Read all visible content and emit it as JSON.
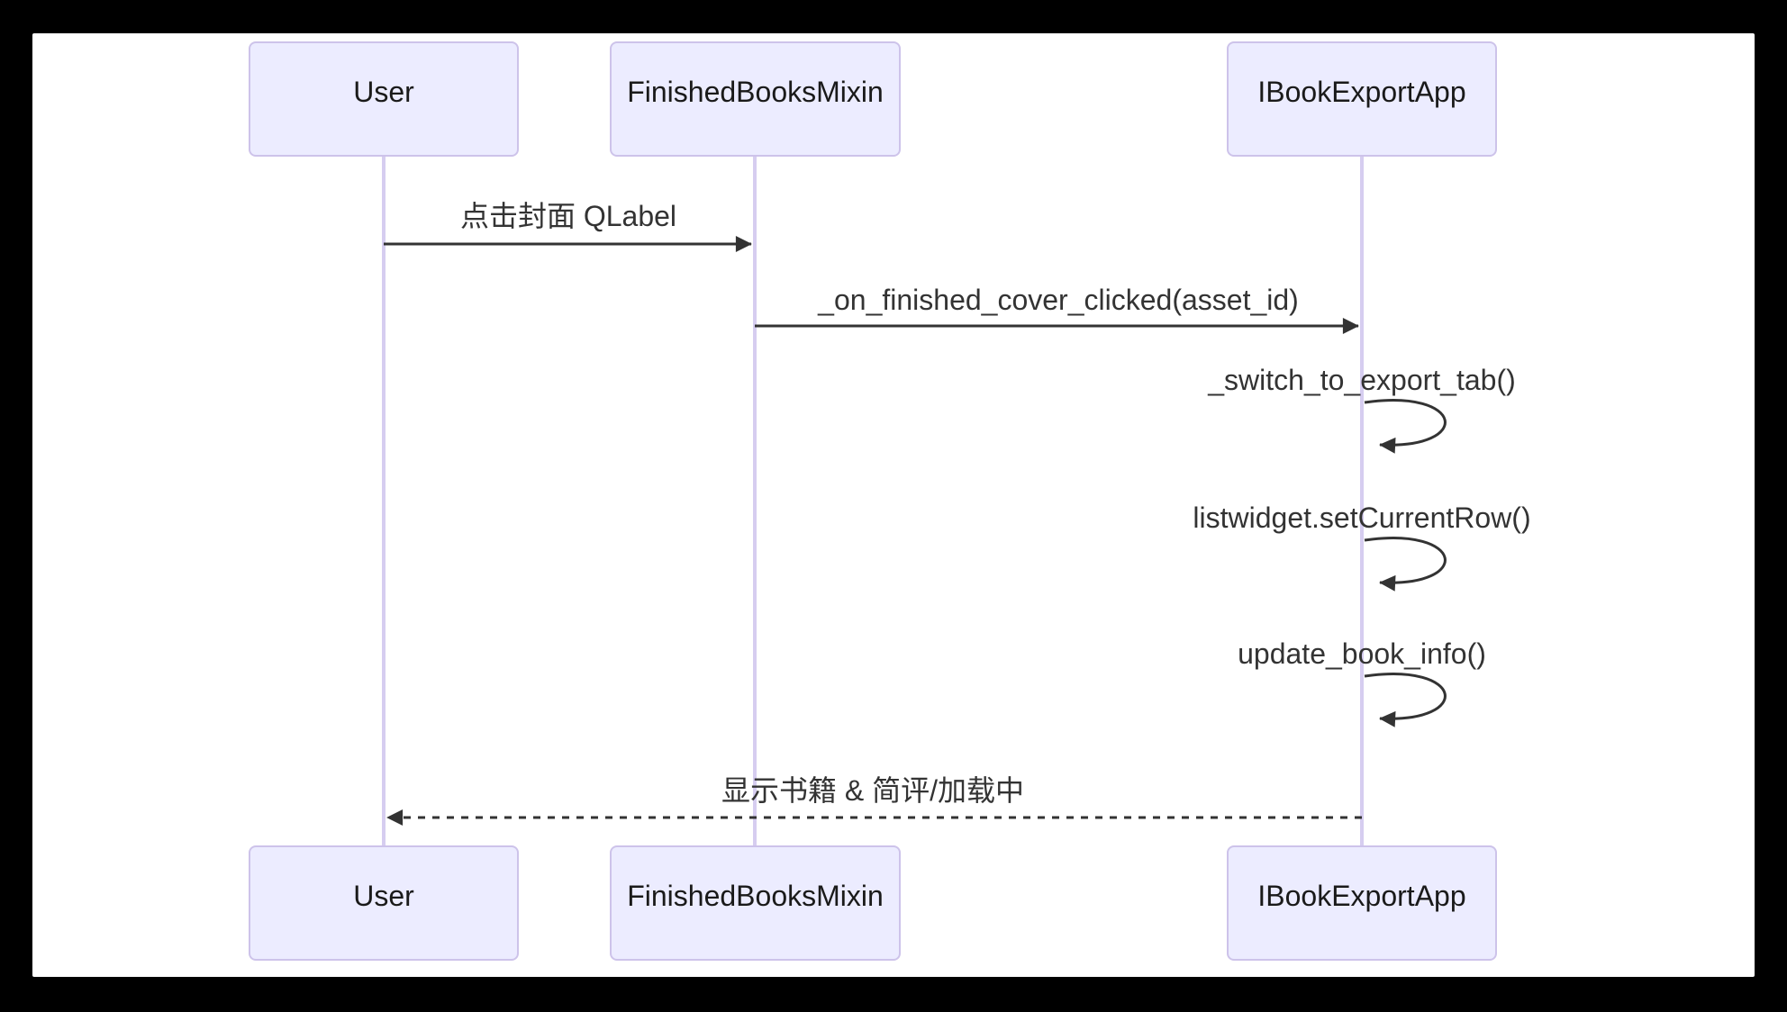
{
  "diagram": {
    "type": "sequence-diagram",
    "colors": {
      "page_bg": "#000000",
      "canvas_bg": "#FFFFFF",
      "actor_fill": "#ECECFF",
      "actor_border": "#CDC3EA",
      "lifeline": "#D6CDF0",
      "message_line": "#333333",
      "message_text": "#333333",
      "actor_text": "#1A1A1A"
    },
    "actors": [
      {
        "id": "user",
        "label": "User"
      },
      {
        "id": "finished-books-mixin",
        "label": "FinishedBooksMixin"
      },
      {
        "id": "ibook-export-app",
        "label": "IBookExportApp"
      }
    ],
    "messages": [
      {
        "index": 1,
        "from": "User",
        "to": "FinishedBooksMixin",
        "label": "点击封面 QLabel",
        "line_style": "solid"
      },
      {
        "index": 2,
        "from": "FinishedBooksMixin",
        "to": "IBookExportApp",
        "label": "_on_finished_cover_clicked(asset_id)",
        "line_style": "solid"
      },
      {
        "index": 3,
        "from": "IBookExportApp",
        "to": "IBookExportApp",
        "label": "_switch_to_export_tab()",
        "line_style": "self-loop"
      },
      {
        "index": 4,
        "from": "IBookExportApp",
        "to": "IBookExportApp",
        "label": "listwidget.setCurrentRow()",
        "line_style": "self-loop"
      },
      {
        "index": 5,
        "from": "IBookExportApp",
        "to": "IBookExportApp",
        "label": "update_book_info()",
        "line_style": "self-loop"
      },
      {
        "index": 6,
        "from": "IBookExportApp",
        "to": "User",
        "label": "显示书籍 & 简评/加载中",
        "line_style": "dashed"
      }
    ]
  }
}
